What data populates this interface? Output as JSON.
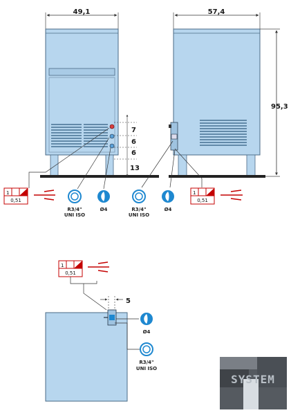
{
  "colors": {
    "panel_fill": "#b7d6ee",
    "panel_stroke": "#4a6a85",
    "vent": "#2e5b7e",
    "symbol_red": "#c40000",
    "line": "#3a3a3a",
    "base": "#222222",
    "water_blue": "#1e88d0"
  },
  "dimensions": {
    "front_width": "49,1",
    "side_width": "57,4",
    "height": "95,3",
    "spacing_1": "7",
    "spacing_2": "6",
    "spacing_3": "6",
    "spacing_4": "13",
    "offset": "5"
  },
  "connections": {
    "water_inlet": "R3/4\"",
    "water_inlet_std": "UNI ISO",
    "drain_diameter": "Ø4"
  },
  "electric_symbol": {
    "phase": "1",
    "value": "0,51"
  },
  "watermark": {
    "text": "SYSTEM"
  }
}
